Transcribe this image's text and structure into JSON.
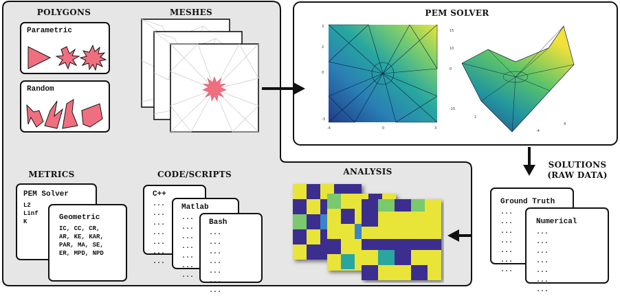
{
  "colors": {
    "panel_bg": "#e6e6e6",
    "polygon_fill": "#ef6f7f",
    "arrow": "#111111"
  },
  "polygons": {
    "title": "POLYGONS",
    "parametric_label": "Parametric",
    "random_label": "Random"
  },
  "meshes": {
    "title": "MESHES"
  },
  "pem_solver": {
    "title": "PEM SOLVER"
  },
  "solutions": {
    "line1": "SOLUTIONS",
    "line2": "(RAW DATA)"
  },
  "raw_data": {
    "ground_truth_label": "Ground Truth",
    "numerical_label": "Numerical",
    "dots": "...\n...\n...\n...\n...\n...\n..."
  },
  "metrics": {
    "title": "METRICS",
    "pem_label": "PEM Solver",
    "pem_items": [
      "L2",
      "Linf",
      "K"
    ],
    "geometric_label": "Geometric",
    "geometric_items": [
      "IC, CC, CR,",
      "AR, KE, KAR,",
      "PAR, MA, SE,",
      "ER, MPD, NPD"
    ]
  },
  "code": {
    "title": "CODE/SCRIPTS",
    "cpp_label": "C++",
    "matlab_label": "Matlab",
    "bash_label": "Bash",
    "dots": "...\n...\n...\n...\n...\n...\n..."
  },
  "analysis": {
    "title": "ANALYSIS"
  },
  "icons": [
    "arrow-right-icon",
    "arrow-down-icon",
    "arrow-left-icon"
  ]
}
